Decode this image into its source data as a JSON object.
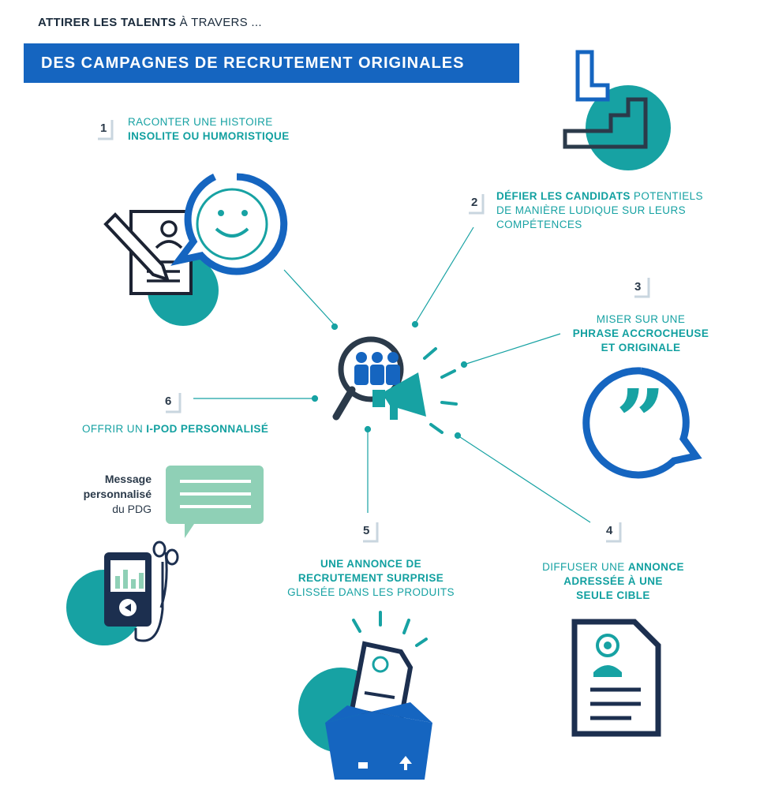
{
  "header": {
    "kicker_bold": "ATTIRER LES TALENTS",
    "kicker_rest": " À TRAVERS ...",
    "banner": "DES CAMPAGNES DE RECRUTEMENT ORIGINALES"
  },
  "items": [
    {
      "number": "1",
      "line1": "RACONTER UNE HISTOIRE",
      "line2_bold": "INSOLITE OU HUMORISTIQUE"
    },
    {
      "number": "2",
      "line1_bold": "DÉFIER LES CANDIDATS",
      "line1_rest": " POTENTIELS",
      "line2": "DE MANIÈRE LUDIQUE SUR LEURS",
      "line3": "COMPÉTENCES"
    },
    {
      "number": "3",
      "line1": "MISER SUR UNE",
      "line2_bold": "PHRASE ACCROCHEUSE",
      "line3_bold": "ET ORIGINALE"
    },
    {
      "number": "4",
      "line1_rest": "DIFFUSER UNE ",
      "line1_bold": "ANNONCE",
      "line2_bold": "ADRESSÉE À UNE",
      "line3_bold": "SEULE CIBLE"
    },
    {
      "number": "5",
      "line1_bold": "UNE ANNONCE DE",
      "line2_bold": "RECRUTEMENT SURPRISE",
      "line3": "GLISSÉE DANS LES PRODUITS"
    },
    {
      "number": "6",
      "line1_rest": "OFFRIR UN ",
      "line1_bold": "I-POD PERSONNALISÉ"
    }
  ],
  "ceo_message": {
    "line1": "Message",
    "line2": "personnalisé",
    "line3": "du PDG"
  },
  "colors": {
    "blue": "#1565c0",
    "teal": "#17a2a3",
    "dark": "#2b3a4a",
    "mint": "#8fd0b6"
  },
  "icons": [
    "stairs-icon",
    "smiley-bubble-icon",
    "cv-pencil-icon",
    "recruitment-megaphone-icon",
    "quote-bubble-icon",
    "target-cv-icon",
    "surprise-box-icon",
    "mp3-player-icon",
    "message-bubble-icon"
  ]
}
